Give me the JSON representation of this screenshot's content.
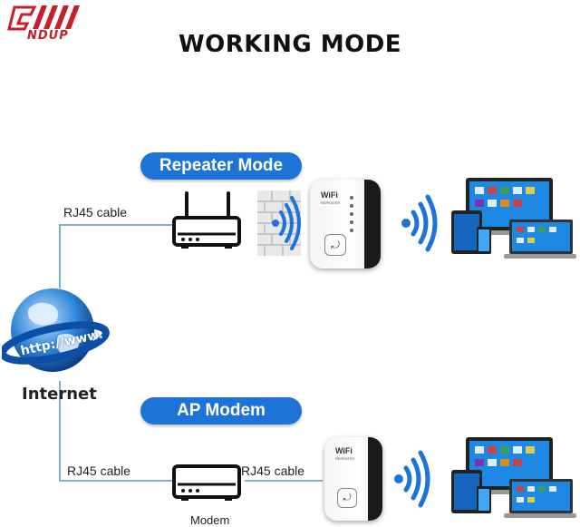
{
  "brand": {
    "logo_text": "NDUP"
  },
  "title": "WORKING MODE",
  "repeater_section": {
    "pill_label": "Repeater Mode",
    "cable_label": "RJ45 cable"
  },
  "ap_section": {
    "pill_label": "AP Modem",
    "cable_label_left": "RJ45 cable",
    "cable_label_right": "RJ45 cable",
    "device_label": "Modem"
  },
  "globe": {
    "url_text": "http://www.",
    "label": "Internet"
  },
  "repeater_device": {
    "brand_text": "WiFi",
    "sub_text": "REPEATER"
  },
  "colors": {
    "accent": "#1d74d6",
    "logo": "#c8202a",
    "line": "#7fb2c9"
  }
}
